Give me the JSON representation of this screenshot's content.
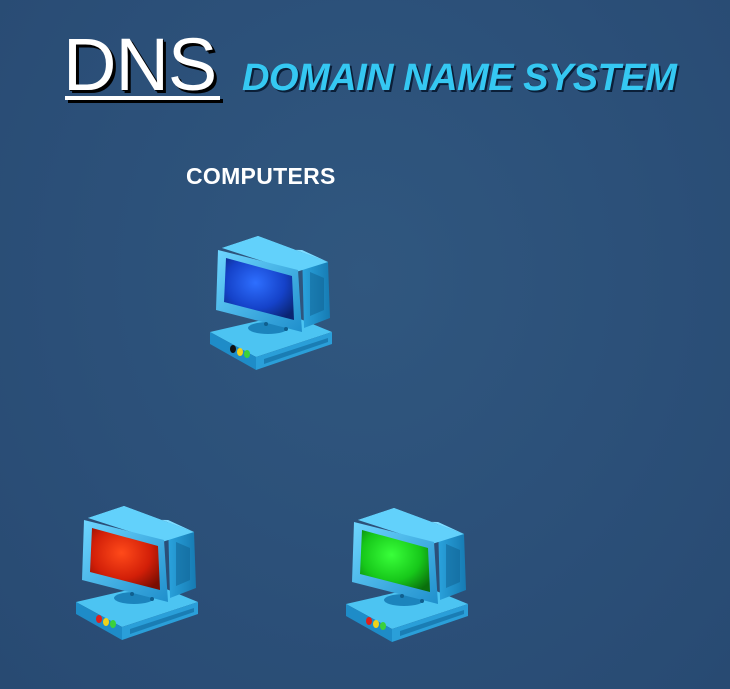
{
  "title": {
    "abbreviation": "DNS",
    "full_name": "DOMAIN NAME SYSTEM"
  },
  "labels": {
    "computers": "COMPUTERS"
  },
  "colors": {
    "background": "#2c5079",
    "subtitle": "#35c8f2",
    "title": "#ffffff",
    "computer_body": "#33b5ea"
  },
  "computers": [
    {
      "icon": "computer-icon",
      "screen_color": "blue"
    },
    {
      "icon": "computer-icon",
      "screen_color": "red"
    },
    {
      "icon": "computer-icon",
      "screen_color": "green"
    }
  ]
}
